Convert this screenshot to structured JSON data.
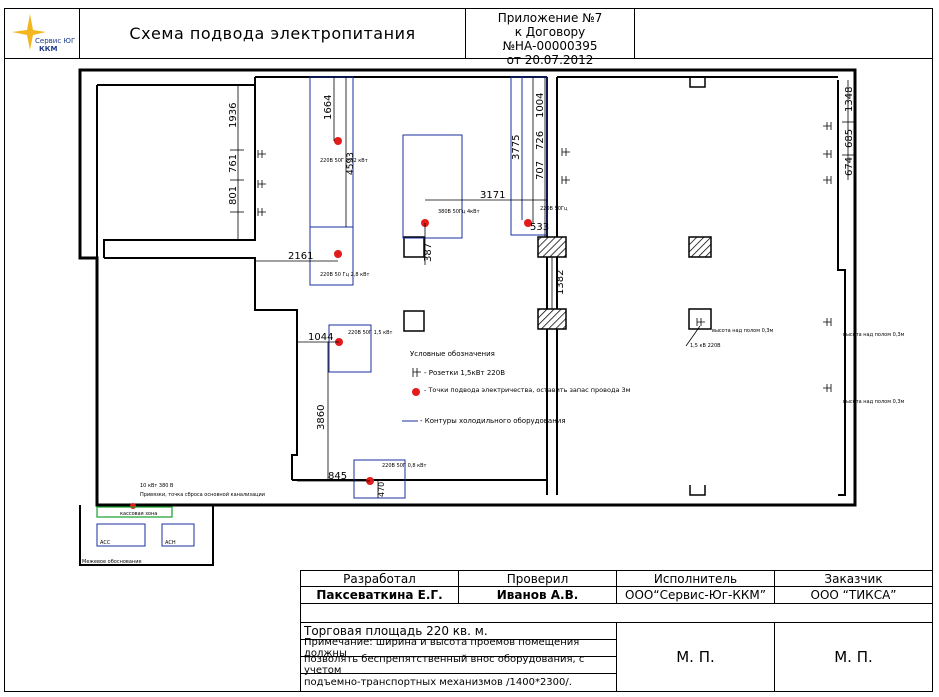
{
  "header": {
    "logo_line1": "Сервис ЮГ",
    "logo_line2": "ККМ",
    "title": "Схема подвода электропитания",
    "attachment_line1": "Приложение №7",
    "attachment_line2": "к Договору №НА-00000395",
    "attachment_line3": "от 20.07.2012"
  },
  "plan": {
    "dims": {
      "d1936": "1936",
      "d761": "761",
      "d801": "801",
      "d1664": "1664",
      "d4593": "4593",
      "d2161": "2161",
      "d3171": "3171",
      "d3775": "3775",
      "d1004": "1004",
      "d726": "726",
      "d707": "707",
      "d533": "533",
      "d387": "387",
      "d1382": "1382",
      "d1044": "1044",
      "d3860": "3860",
      "d845": "845",
      "d470": "470",
      "d1348": "1348",
      "d685": "685",
      "d674": "674"
    },
    "equipment": {
      "e1": "220В 50Г 0,72 кВт",
      "e2": "220В 50 Гц 2,8 кВт",
      "e3": "380В 50Гц 4кВт",
      "e4": "220В 50Гц",
      "e5": "220В 50Г 1,5 кВт",
      "e6": "220В 50Г 0,8 кВт",
      "outlet_note": "1,5 кВ 220В",
      "col_note": "высота над полом 0,3м",
      "right_note1": "высота над полом 0,3м",
      "right_note2": "высота над полом 0,3м"
    },
    "legend": {
      "title": "Условные обозначения",
      "item1": "- Розетки 1,5кВт 220В",
      "item2": "- Точки подвода электричества, оставить запас провода 3м",
      "item3": "- Контуры холодильного оборудования"
    },
    "annex": {
      "power_note": "10 кВт 380 В",
      "power_note2": "Привязки, точка сброса основной канализации",
      "box1": "АСС",
      "box2": "АСН",
      "bottom_label": "Межевое обоснование",
      "green_label": "кассовая зона"
    }
  },
  "stamp": {
    "col1_head": "Разработал",
    "col2_head": "Проверил",
    "col3_head": "Исполнитель",
    "col4_head": "Заказчик",
    "developer": "Паксеваткина Е.Г.",
    "checker": "Иванов А.В.",
    "executor": "ООО“Сервис-Юг-ККМ”",
    "customer": "ООО “ТИКСА”",
    "area": "Торговая площадь 220 кв. м.",
    "note1": "Примечание: ширина и высота проемов помещения должны",
    "note2": "позволять беспрепятственный внос оборудования, с учетом",
    "note3": "подъемно-транспортных механизмов /1400*2300/.",
    "mp1": "М. П.",
    "mp2": "М. П."
  }
}
